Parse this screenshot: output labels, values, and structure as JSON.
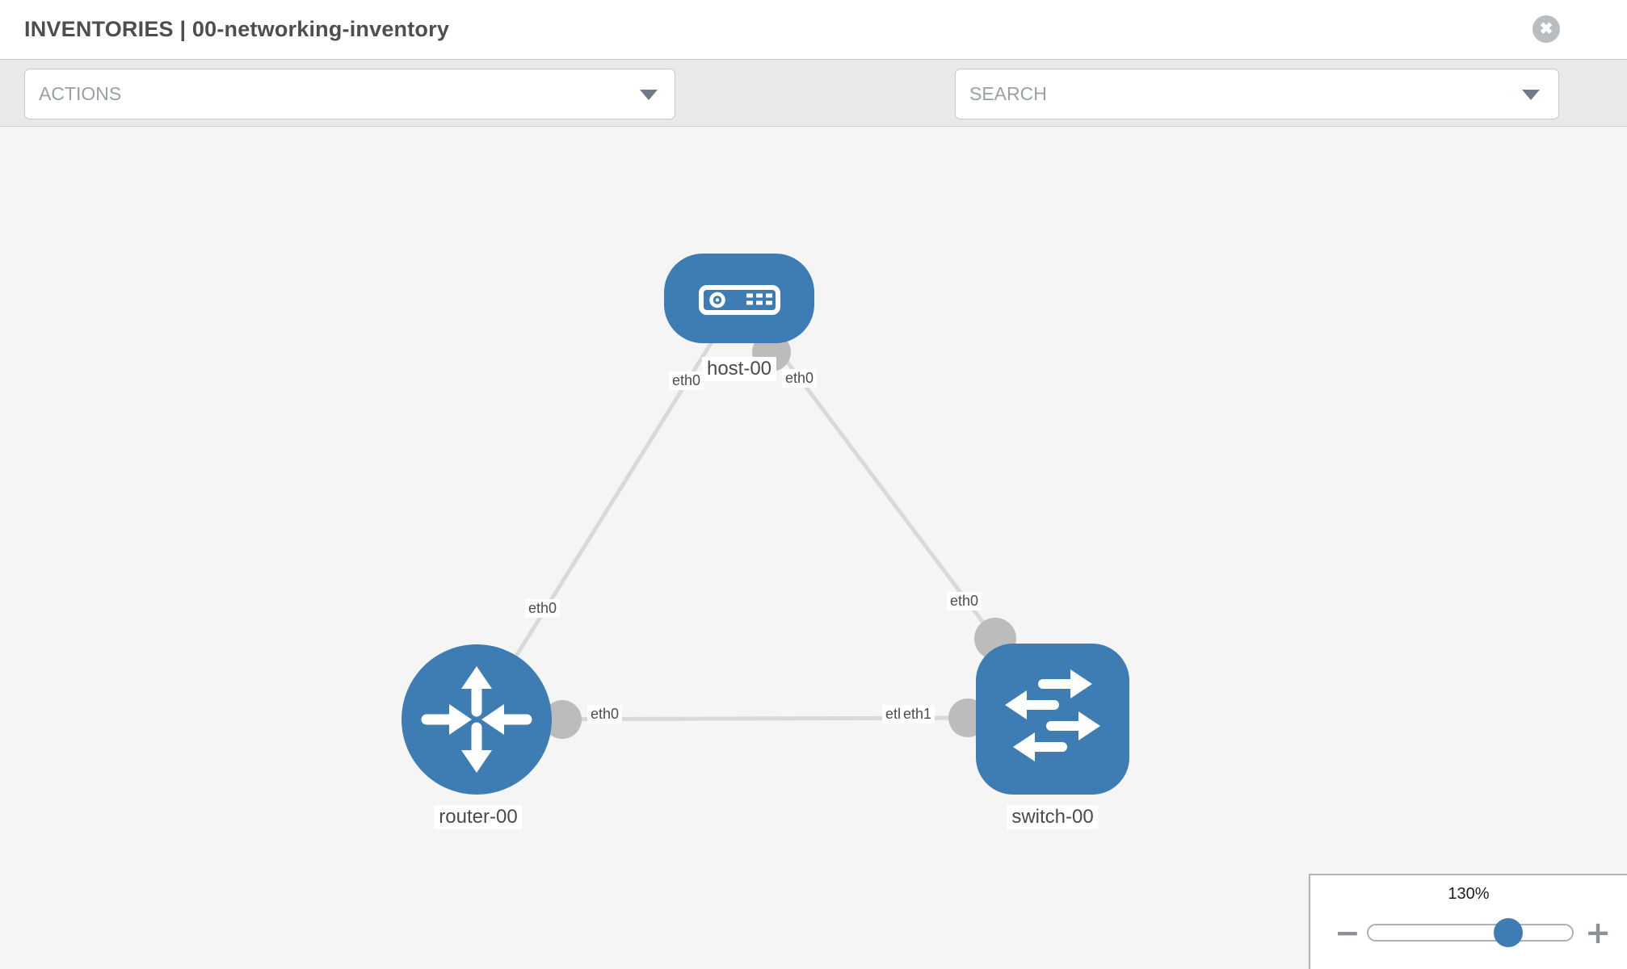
{
  "header": {
    "title": "INVENTORIES | 00-networking-inventory",
    "close_glyph": "✖"
  },
  "toolbar": {
    "actions_placeholder": "ACTIONS",
    "search_placeholder": "SEARCH",
    "icons": [
      "wrench-icon",
      "key-icon",
      "chevron-down-icon"
    ]
  },
  "topology": {
    "nodes": [
      {
        "id": "host-00",
        "type": "host",
        "label": "host-00"
      },
      {
        "id": "router-00",
        "type": "router",
        "label": "router-00"
      },
      {
        "id": "switch-00",
        "type": "switch",
        "label": "switch-00"
      }
    ],
    "links": [
      {
        "from": "router-00",
        "to": "host-00",
        "from_interface": "eth0",
        "to_interface": "eth0"
      },
      {
        "from": "host-00",
        "to": "switch-00",
        "from_interface": "eth0",
        "to_interface": "eth0"
      },
      {
        "from": "router-00",
        "to": "switch-00",
        "from_interface": "eth0",
        "to_interface": "eth1",
        "to_interface_overlapped": "eth0"
      }
    ]
  },
  "zoom_control": {
    "level": "130%",
    "minus_label": "−",
    "plus_label": "+"
  },
  "colors": {
    "node_blue": "#3d7db3",
    "edge_gray": "#d9d9d9",
    "connector_gray": "#bcbcbc",
    "icon_gray": "#8a9197",
    "canvas_bg": "#f5f5f5"
  }
}
